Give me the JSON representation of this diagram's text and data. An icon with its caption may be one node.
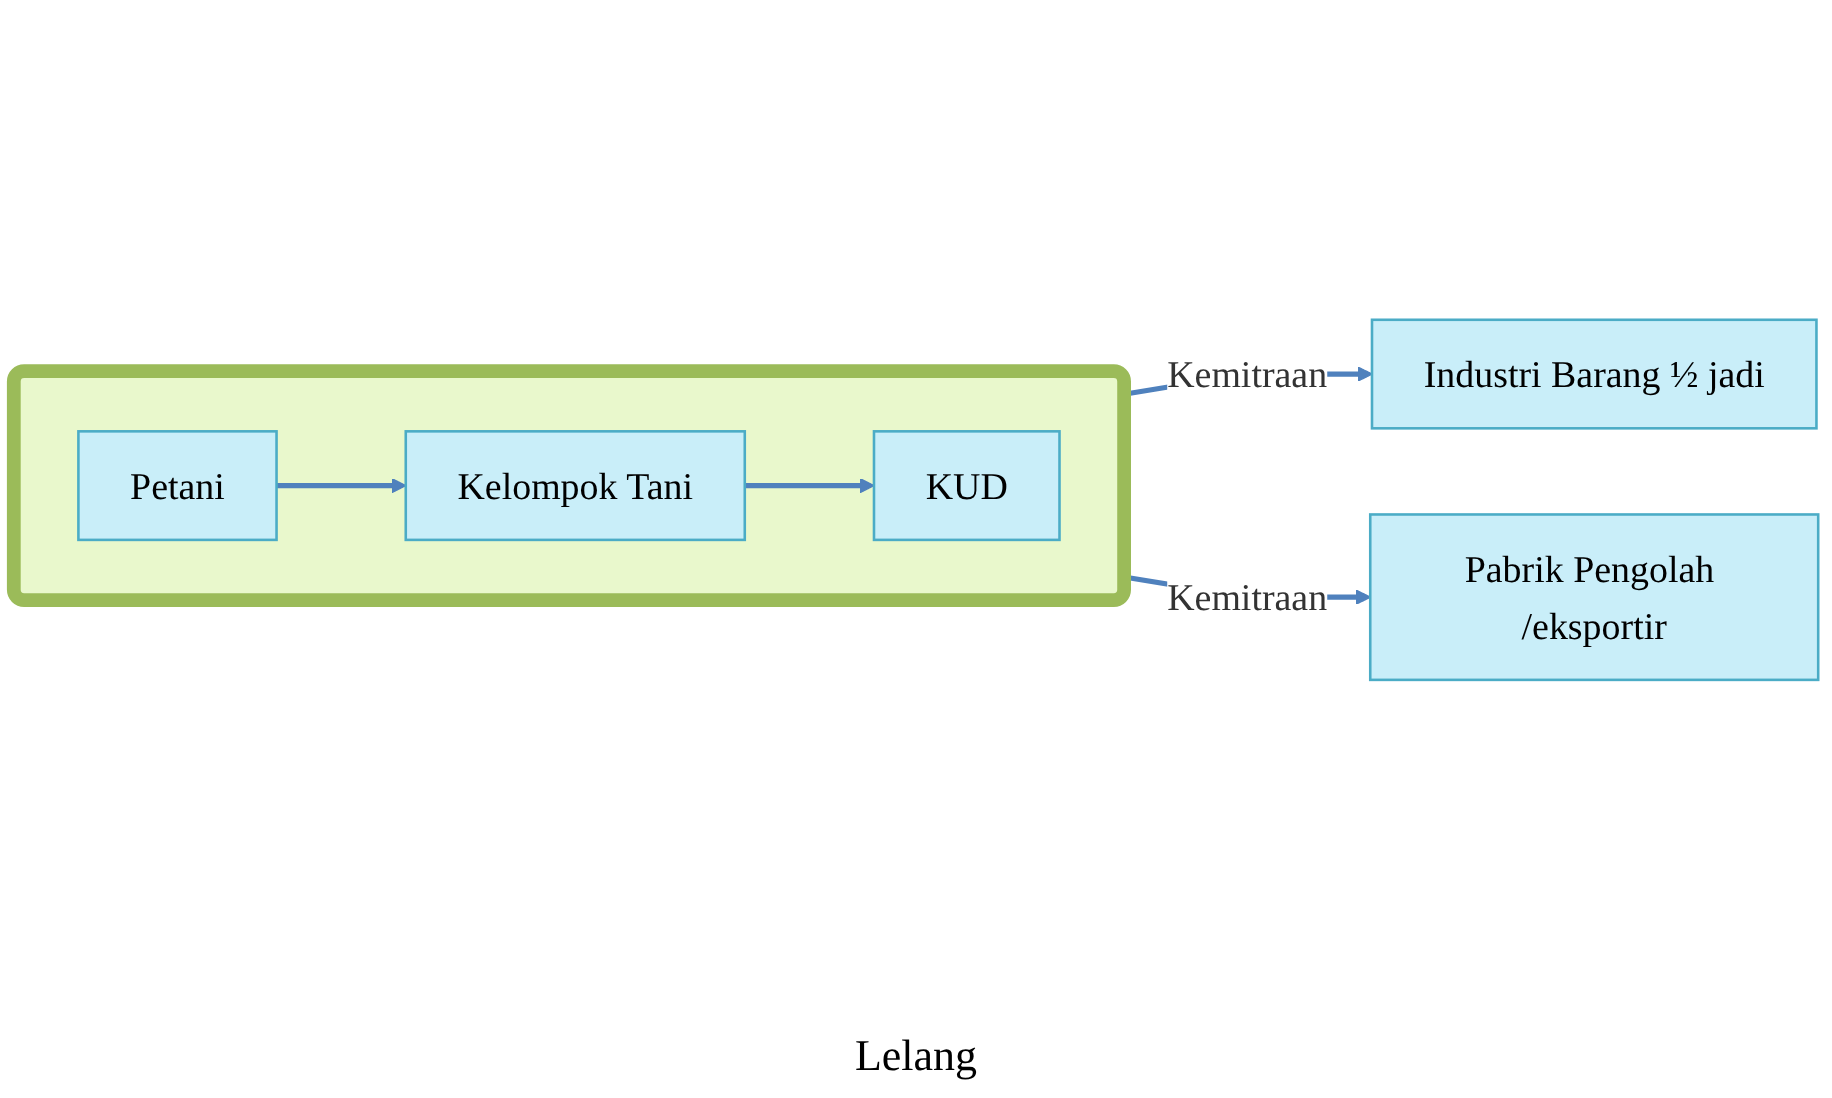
{
  "diagram": {
    "nodes": [
      {
        "text": [],
        "shape": "box"
      },
      {
        "text": [
          "Petani"
        ],
        "in": 0
      },
      {
        "text": [
          "Kelompok Tani"
        ],
        "in": 0
      },
      {
        "text": [
          "KUD"
        ],
        "in": 0
      },
      {
        "text": [
          "Industri Barang ½ jadi"
        ]
      },
      {
        "text": [
          "Pabrik Pengolah /eksportir"
        ]
      }
    ],
    "edges": [
      {
        "from": 1,
        "to": 2,
        "arrow": "to"
      },
      {
        "from": 2,
        "to": 3,
        "arrow": "to"
      },
      {
        "from": 0,
        "to": 4,
        "arrow": "to",
        "label": "Kemitraan"
      },
      {
        "from": 0,
        "to": 5,
        "arrow": "to",
        "label": "Kemitraan"
      }
    ],
    "labels": [
      "Lelang"
    ]
  }
}
